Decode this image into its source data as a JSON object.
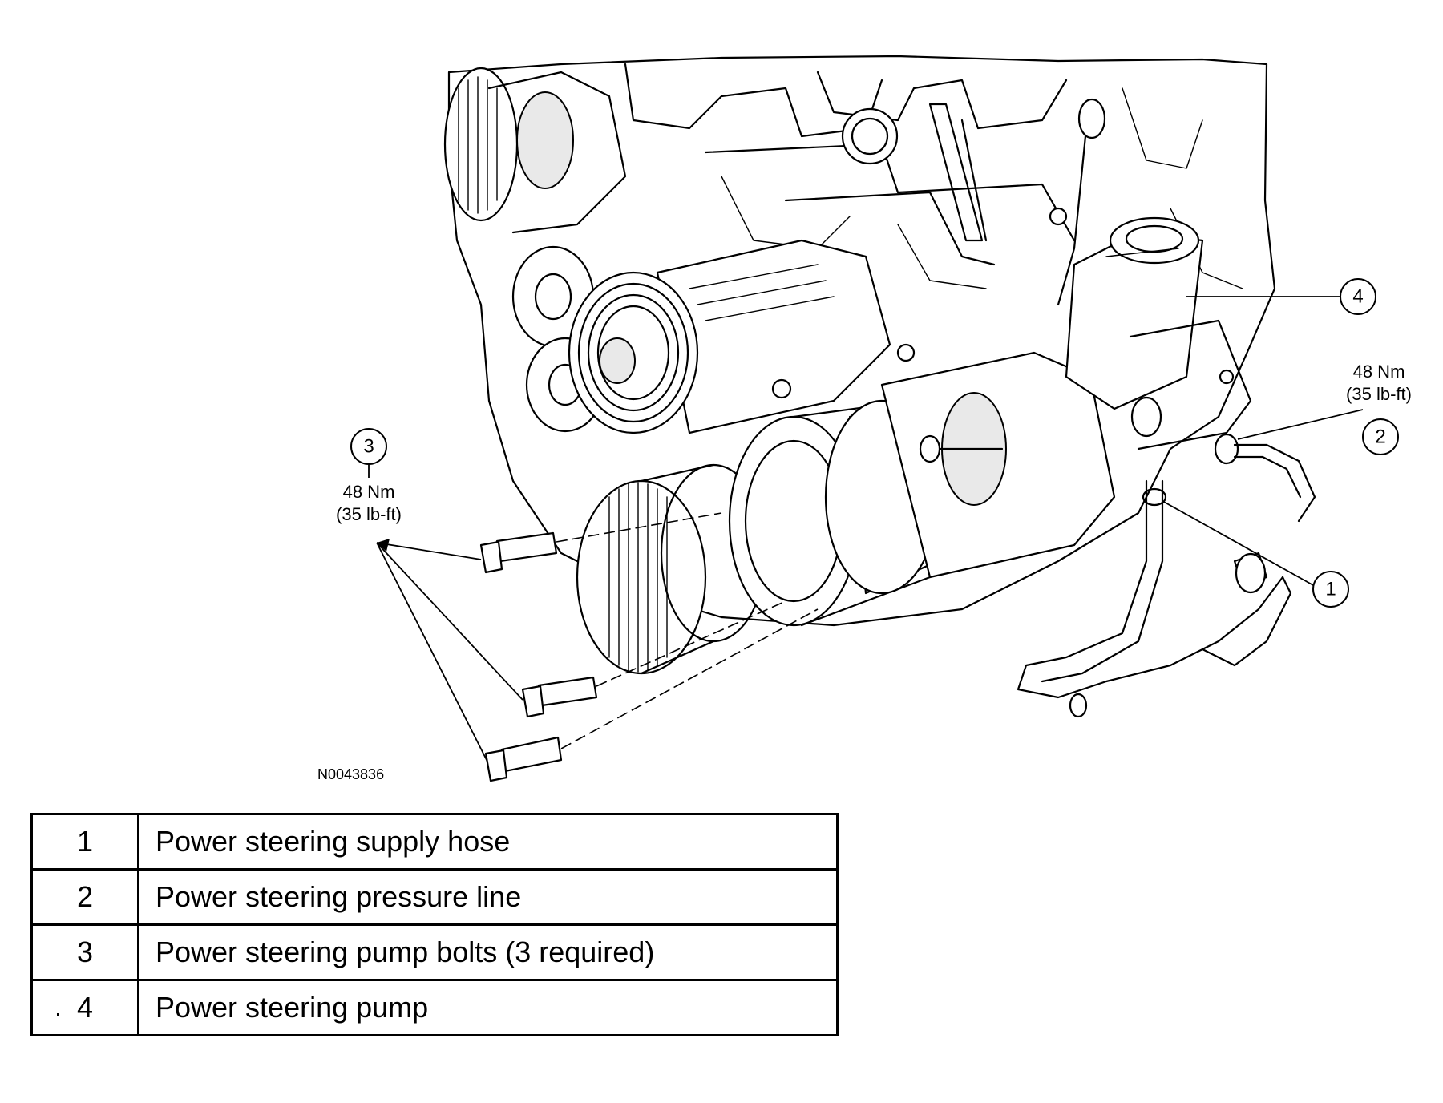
{
  "figure_id": "N0043836",
  "callouts": [
    {
      "number": "1"
    },
    {
      "number": "2",
      "torque_nm": "48 Nm",
      "torque_lbft": "(35 lb-ft)"
    },
    {
      "number": "3",
      "torque_nm": "48 Nm",
      "torque_lbft": "(35 lb-ft)"
    },
    {
      "number": "4"
    }
  ],
  "legend": [
    {
      "number": "1",
      "description": "Power steering supply hose"
    },
    {
      "number": "2",
      "description": "Power steering pressure line"
    },
    {
      "number": "3",
      "description": "Power steering pump bolts (3 required)"
    },
    {
      "number": "4",
      "description": "Power steering pump"
    }
  ]
}
